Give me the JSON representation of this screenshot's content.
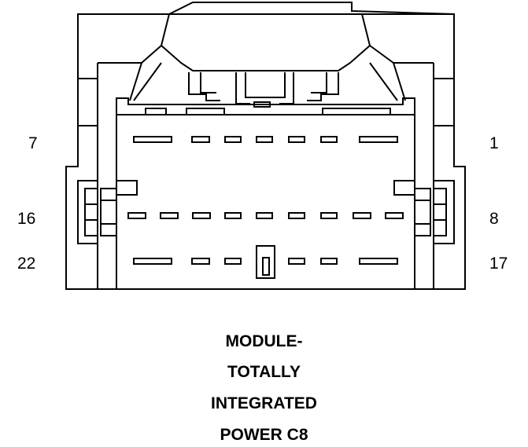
{
  "connector": {
    "pin_labels": {
      "row1_left": "7",
      "row1_right": "1",
      "row2_left": "16",
      "row2_right": "8",
      "row3_left": "22",
      "row3_right": "17"
    },
    "title_lines": [
      "MODULE-",
      "TOTALLY",
      "INTEGRATED",
      "POWER C8"
    ]
  },
  "colors": {
    "line": "#000000",
    "background": "#ffffff"
  }
}
